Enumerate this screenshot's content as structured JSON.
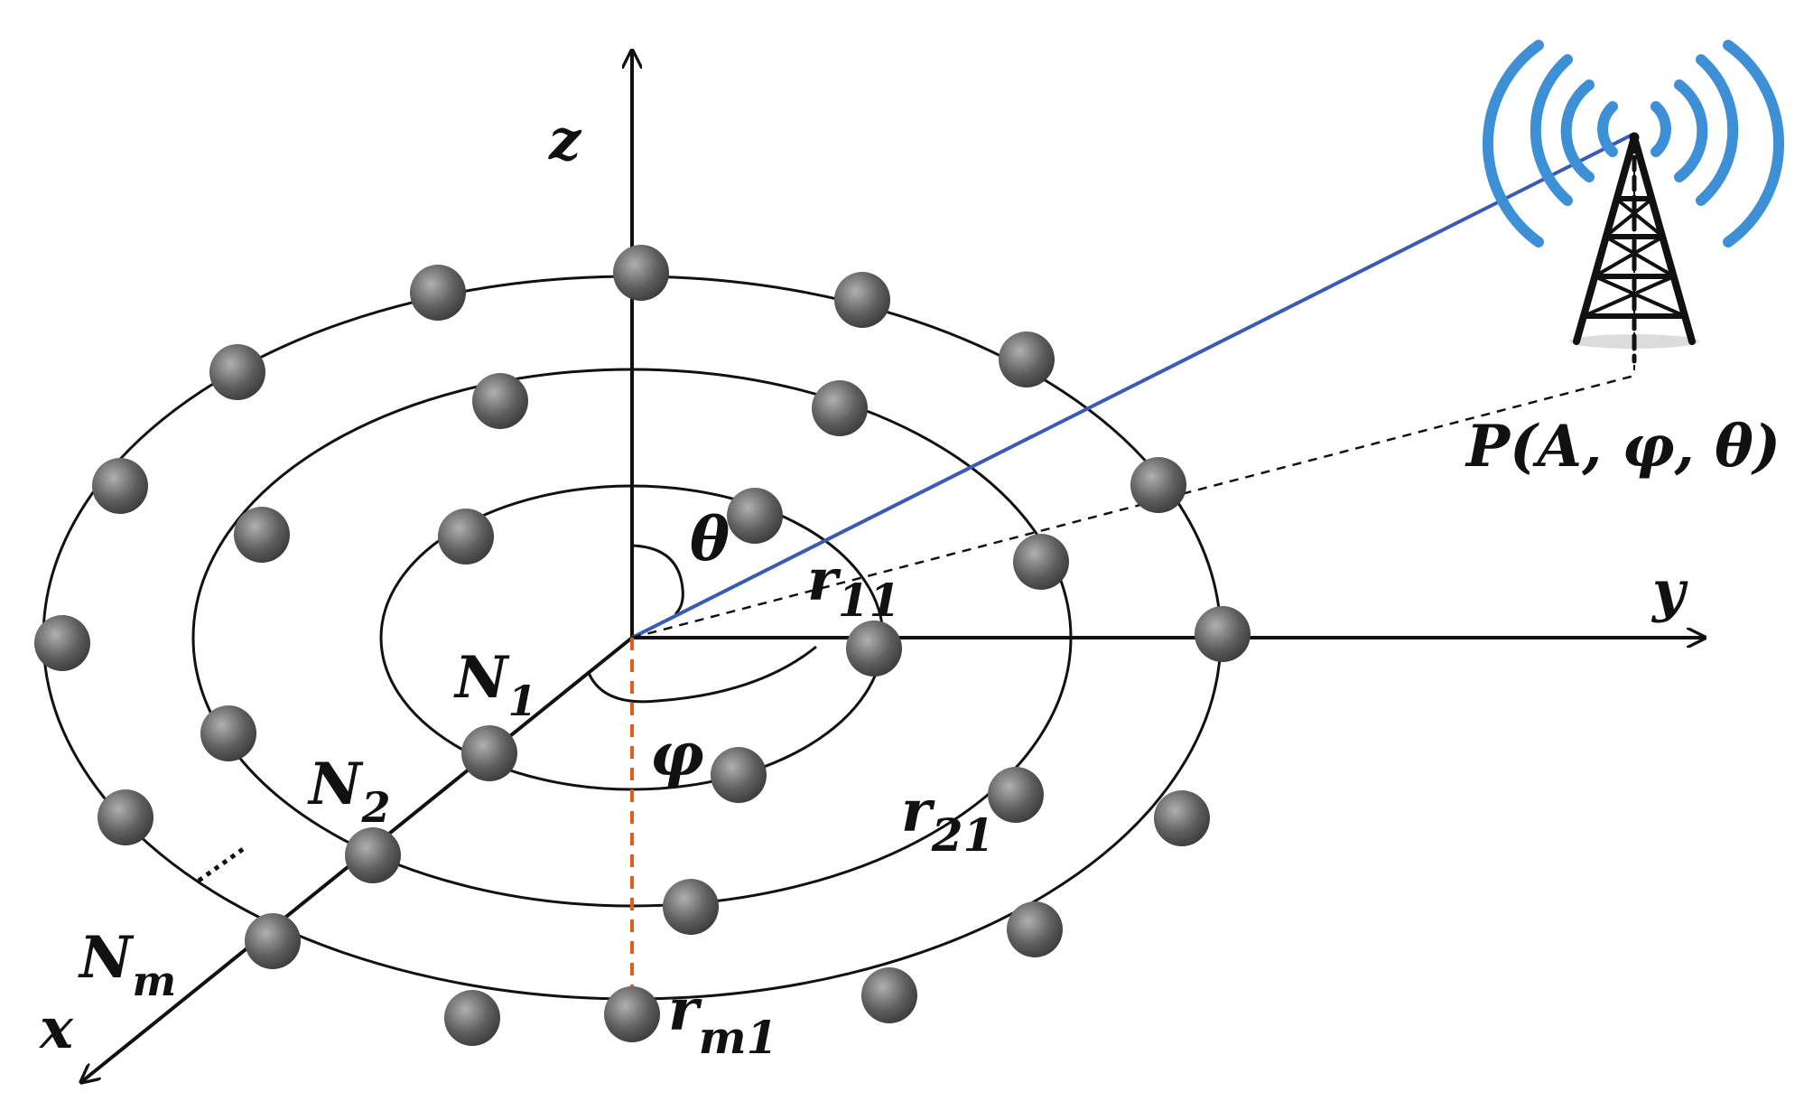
{
  "labels": {
    "z": "z",
    "y": "y",
    "x": "x",
    "theta": "θ",
    "phi": "φ",
    "r11_main": "r",
    "r11_sub": "11",
    "r21_main": "r",
    "r21_sub": "21",
    "rm1_main": "r",
    "rm1_sub": "m1",
    "n1_main": "N",
    "n1_sub": "1",
    "n2_main": "N",
    "n2_sub": "2",
    "nm_main": "N",
    "nm_sub": "m",
    "point": "P(A, φ, θ)"
  },
  "colors": {
    "axis": "#111111",
    "ring": "#111111",
    "signal_line": "#3a5bb5",
    "projection_dashed": "#111111",
    "vertical_dashed": "#e0601b",
    "wifi_arcs": "#3d8fd6",
    "tower": "#111111",
    "element_dark": "#3a3a3a",
    "element_light": "#b0b0b0"
  },
  "icons": [
    "cell-tower-icon",
    "signal-waves-icon"
  ]
}
